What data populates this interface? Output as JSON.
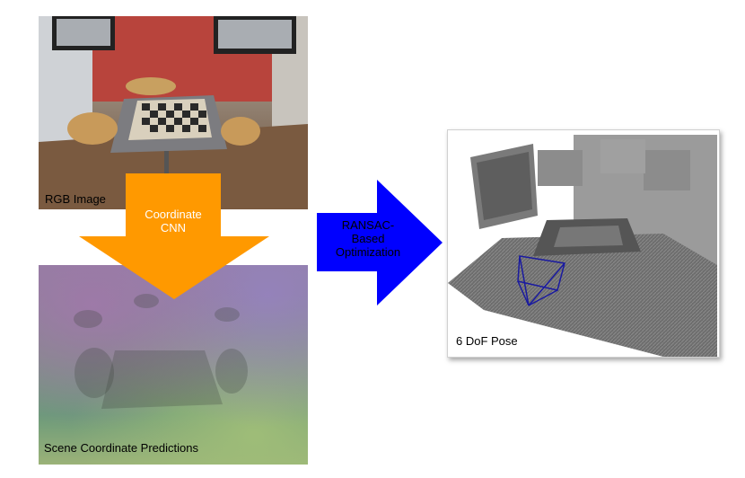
{
  "rgb_panel": {
    "label": "RGB Image"
  },
  "scene_panel": {
    "label": "Scene Coordinate Predictions"
  },
  "model_panel": {
    "label": "6 DoF Pose"
  },
  "cnn_arrow": {
    "line1": "Coordinate",
    "line2": "CNN",
    "color": "#FF9900",
    "text_color": "#ffffff"
  },
  "ransac_arrow": {
    "line1": "RANSAC-",
    "line2": "Based",
    "line3": "Optimization",
    "color": "#0000FF",
    "text_color": "#000000"
  }
}
